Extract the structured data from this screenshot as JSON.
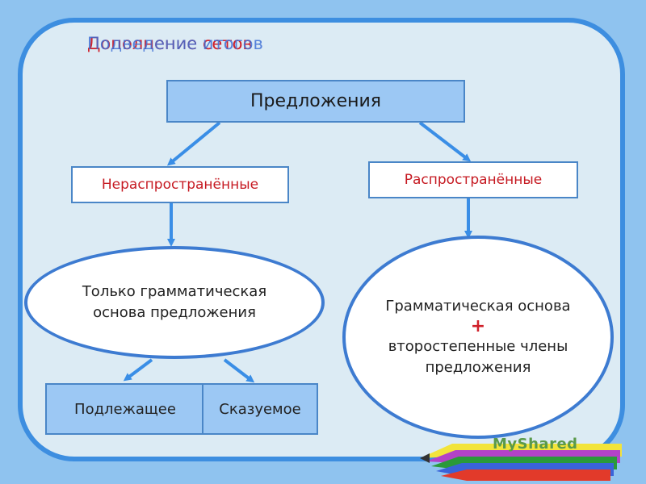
{
  "title": {
    "line_a": "Дополнение сетов",
    "line_b": "Подведение итогов"
  },
  "diagram": {
    "root": "Предложения",
    "left_branch": "Нераспространённые",
    "right_branch": "Распространённые",
    "left_node": [
      "Только грамматическая",
      "основа предложения"
    ],
    "right_node": {
      "line1": "Грамматическая основа",
      "plus": "+",
      "line2": "второстепенные члены",
      "line3": "предложения"
    },
    "subject": "Подлежащее",
    "predicate": "Сказуемое"
  },
  "logo": {
    "text": "MyShared"
  },
  "colors": {
    "accent": "#3d8ee0",
    "red": "#d0202a",
    "header_fill": "#9cc8f4"
  }
}
